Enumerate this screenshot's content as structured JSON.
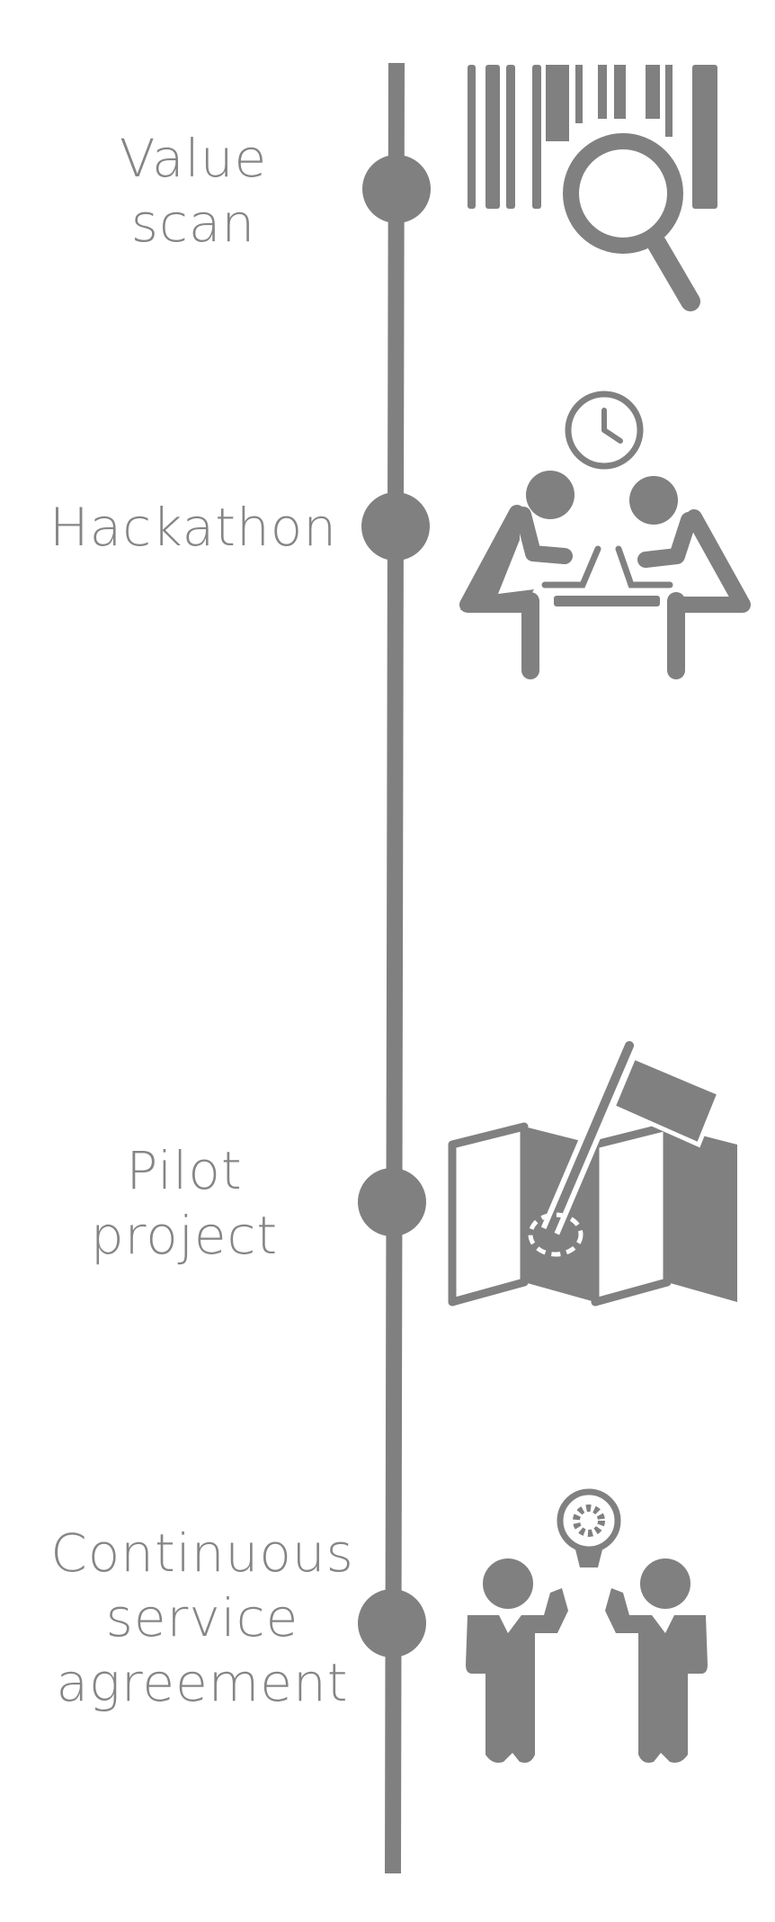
{
  "colors": {
    "gray": "#808080",
    "background": "#ffffff"
  },
  "steps": [
    {
      "lines": [
        "Value",
        "scan"
      ],
      "icon": "barcode-scan-icon"
    },
    {
      "lines": [
        "Hackathon"
      ],
      "icon": "team-meeting-clock-icon"
    },
    {
      "lines": [
        "Pilot",
        "project"
      ],
      "icon": "map-flag-icon"
    },
    {
      "lines": [
        "Continuous",
        "service",
        "agreement"
      ],
      "icon": "handshake-agreement-icon"
    }
  ]
}
